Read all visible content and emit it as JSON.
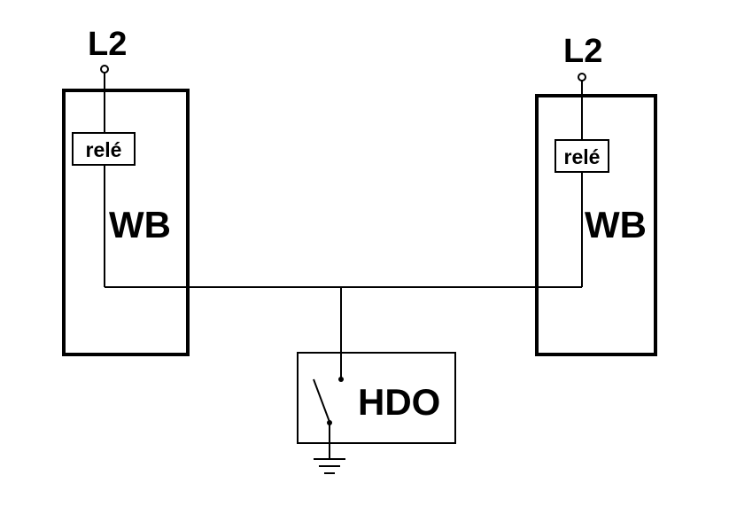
{
  "diagram": {
    "left_unit": {
      "supply_label": "L2",
      "relay_label": "relé",
      "box_label": "WB"
    },
    "right_unit": {
      "supply_label": "L2",
      "relay_label": "relé",
      "box_label": "WB"
    },
    "control_unit": {
      "box_label": "HDO"
    },
    "colors": {
      "line": "#000000",
      "background": "#ffffff"
    }
  }
}
